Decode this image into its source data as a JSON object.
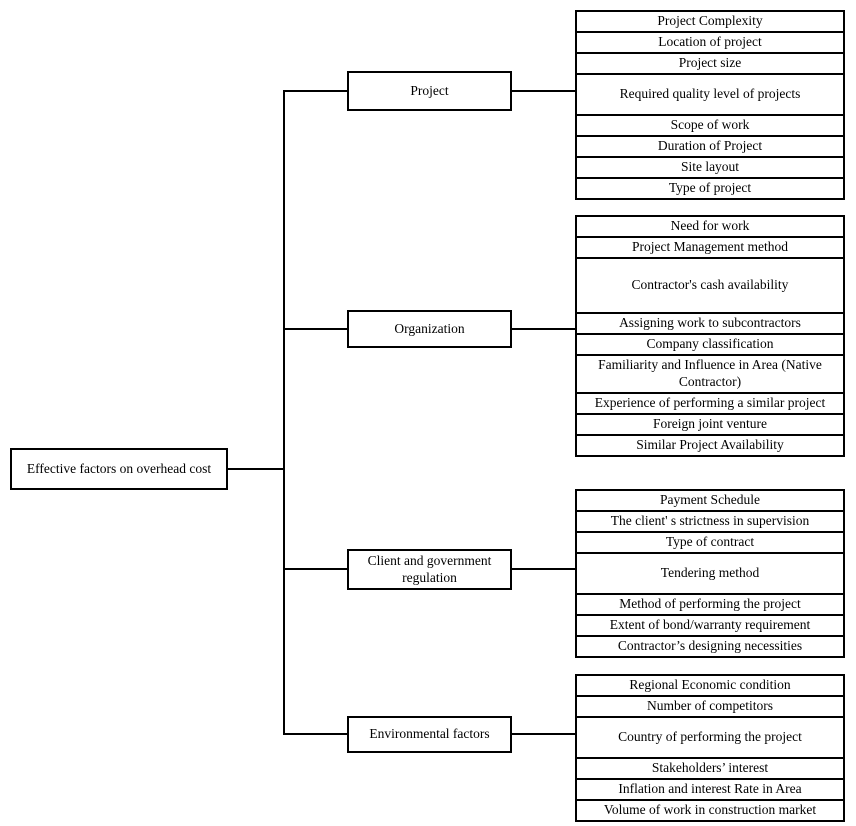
{
  "diagram": {
    "title": "Effective factors on overhead cost hierarchy",
    "colors": {
      "line": "#000000",
      "background": "#ffffff",
      "box_fill": "#ffffff",
      "text": "#000000"
    },
    "root": {
      "label": "Effective factors on overhead cost"
    },
    "groups": [
      {
        "label": "Project",
        "items": [
          "Project Complexity",
          "Location of project",
          "Project size",
          "Required quality level of projects",
          "Scope of work",
          "Duration of Project",
          "Site layout",
          "Type of project"
        ]
      },
      {
        "label": "Organization",
        "items": [
          "Need for work",
          "Project Management method",
          "Contractor's cash availability",
          "Assigning work to subcontractors",
          "Company classification",
          "Familiarity and Influence in Area (Native Contractor)",
          "Experience of performing a similar project",
          "Foreign joint venture",
          "Similar Project Availability"
        ]
      },
      {
        "label": "Client and government regulation",
        "items": [
          "Payment Schedule",
          "The client' s strictness in supervision",
          "Type of contract",
          "Tendering method",
          "Method of performing the project",
          "Extent of bond/warranty requirement",
          "Contractor’s designing necessities"
        ]
      },
      {
        "label": "Environmental factors",
        "items": [
          "Regional Economic condition",
          "Number of competitors",
          "Country of performing the project",
          "Stakeholders’ interest",
          "Inflation and interest Rate in Area",
          "Volume of work in construction market"
        ]
      }
    ]
  }
}
